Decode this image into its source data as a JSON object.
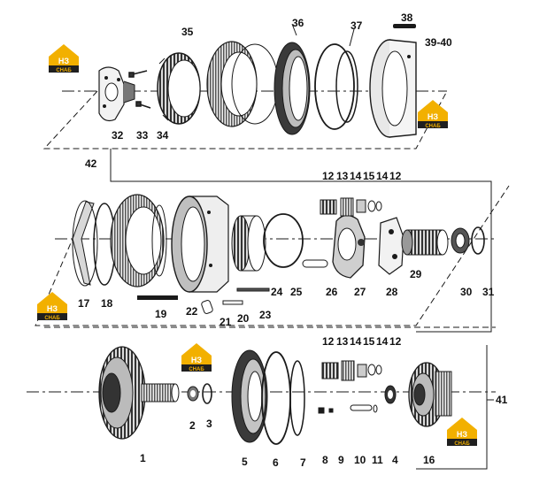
{
  "diagram": {
    "type": "exploded-parts-view",
    "callouts": [
      "1",
      "2",
      "3",
      "4",
      "5",
      "6",
      "7",
      "8",
      "9",
      "10",
      "11",
      "12",
      "13",
      "14",
      "15",
      "14",
      "12",
      "16",
      "17",
      "18",
      "19",
      "20",
      "21",
      "22",
      "23",
      "24",
      "25",
      "26",
      "27",
      "28",
      "29",
      "30",
      "31",
      "32",
      "33",
      "34",
      "35",
      "36",
      "37",
      "38",
      "39-40",
      "41",
      "42",
      "12",
      "13",
      "14",
      "15",
      "14",
      "12"
    ],
    "watermark": {
      "top": "НЗ",
      "bottom": "СНАБ"
    },
    "colors": {
      "line": "#1a1a1a",
      "fill_dark": "#2a2a2a",
      "fill_mid": "#8a8a8a",
      "fill_light": "#e6e6e6",
      "logo_yellow": "#f2b000",
      "logo_dark": "#1f1f1f"
    }
  }
}
